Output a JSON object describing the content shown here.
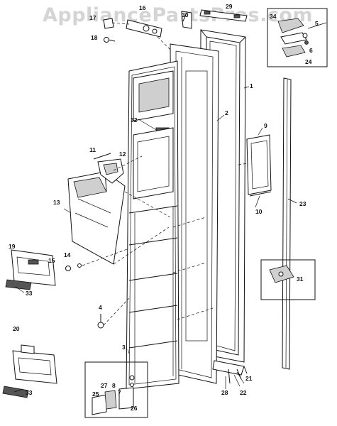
{
  "watermark": "AppliancePartsPros.com",
  "labels": {
    "l1": "1",
    "l2": "2",
    "l3": "3",
    "l4": "4",
    "l5": "5",
    "l6": "6",
    "l7": "7",
    "l8": "8",
    "l9": "9",
    "l10": "10",
    "l11": "11",
    "l12": "12",
    "l13": "13",
    "l14": "14",
    "l15": "15",
    "l16": "16",
    "l17": "17",
    "l18": "18",
    "l19": "19",
    "l20": "20",
    "l21": "21",
    "l22": "22",
    "l23": "23",
    "l24": "24",
    "l25": "25",
    "l26": "26",
    "l27": "27",
    "l28": "28",
    "l29": "29",
    "l30": "30",
    "l31": "31",
    "l32": "32",
    "l33a": "33",
    "l33b": "33",
    "l34": "34"
  }
}
